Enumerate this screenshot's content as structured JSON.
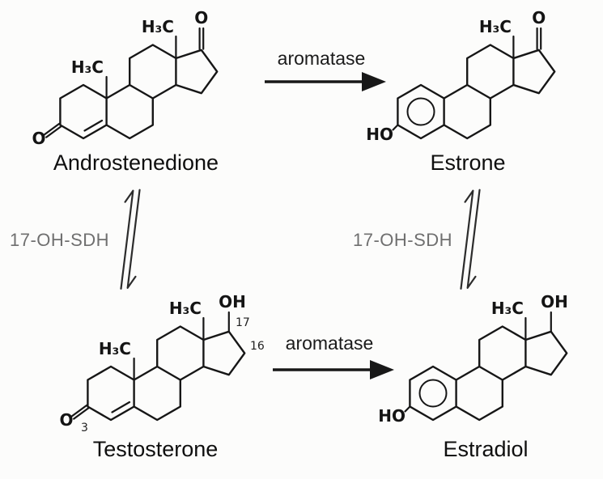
{
  "palette": {
    "background": "#fcfcfb",
    "ink": "#161616",
    "enzyme_grey": "#6f6f6f"
  },
  "molecules": {
    "androstenedione": {
      "name": "Androstenedione",
      "c19_methyl": "H₃C",
      "c18_methyl": "H₃C",
      "c17_group": "O",
      "c3_group": "O"
    },
    "estrone": {
      "name": "Estrone",
      "c18_methyl": "H₃C",
      "c17_group": "O",
      "c3_group": "HO"
    },
    "testosterone": {
      "name": "Testosterone",
      "c19_methyl": "H₃C",
      "c18_methyl": "H₃C",
      "c17_group": "OH",
      "c3_group": "O",
      "locants": {
        "c17": "17",
        "c16": "16",
        "c3": "3"
      }
    },
    "estradiol": {
      "name": "Estradiol",
      "c18_methyl": "H₃C",
      "c17_group": "OH",
      "c3_group": "HO"
    }
  },
  "reactions": {
    "top": {
      "enzyme": "aromatase"
    },
    "bottom": {
      "enzyme": "aromatase"
    },
    "left": {
      "enzyme": "17-OH-SDH"
    },
    "right": {
      "enzyme": "17-OH-SDH"
    }
  }
}
